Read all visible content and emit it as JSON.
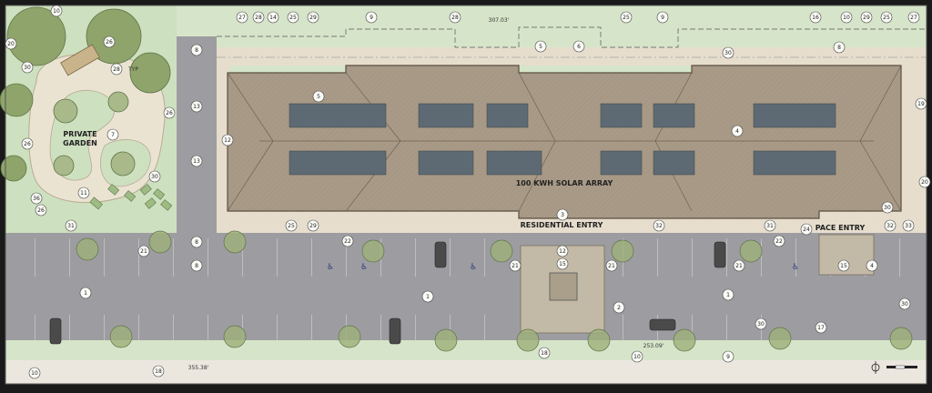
{
  "labels": {
    "private_garden_line1": "PRIVATE",
    "private_garden_line2": "GARDEN",
    "solar_array": "100 KWH SOLAR ARRAY",
    "residential_entry": "RESIDENTIAL ENTRY",
    "pace_entry": "PACE ENTRY",
    "dim_top": "307.03'",
    "dim_bottom_left": "355.38'",
    "dim_bottom_right": "253.09'",
    "typ": "TYP"
  },
  "callouts": [
    {
      "id": "c10a",
      "text": "10"
    },
    {
      "id": "c20",
      "text": "20"
    },
    {
      "id": "c26a",
      "text": "26"
    },
    {
      "id": "c28a",
      "text": "28"
    },
    {
      "id": "c30a",
      "text": "30"
    },
    {
      "id": "c7",
      "text": "7"
    },
    {
      "id": "c26b",
      "text": "26"
    },
    {
      "id": "c26c",
      "text": "26"
    },
    {
      "id": "c30b",
      "text": "30"
    },
    {
      "id": "c11",
      "text": "11"
    },
    {
      "id": "c36",
      "text": "36"
    },
    {
      "id": "c26d",
      "text": "26"
    },
    {
      "id": "c31a",
      "text": "31"
    },
    {
      "id": "c21a",
      "text": "21"
    },
    {
      "id": "c8a",
      "text": "8"
    },
    {
      "id": "c13a",
      "text": "13"
    },
    {
      "id": "c13b",
      "text": "13"
    },
    {
      "id": "c8b",
      "text": "8"
    },
    {
      "id": "c27a",
      "text": "27"
    },
    {
      "id": "c28b",
      "text": "28"
    },
    {
      "id": "c14",
      "text": "14"
    },
    {
      "id": "c25a",
      "text": "25"
    },
    {
      "id": "c29a",
      "text": "29"
    },
    {
      "id": "c9a",
      "text": "9"
    },
    {
      "id": "c28c",
      "text": "28"
    },
    {
      "id": "c5a",
      "text": "5"
    },
    {
      "id": "c6",
      "text": "6"
    },
    {
      "id": "c25b",
      "text": "25"
    },
    {
      "id": "c9b",
      "text": "9"
    },
    {
      "id": "c16",
      "text": "16"
    },
    {
      "id": "c10b",
      "text": "10"
    },
    {
      "id": "c29b",
      "text": "29"
    },
    {
      "id": "c25c",
      "text": "25"
    },
    {
      "id": "c27b",
      "text": "27"
    },
    {
      "id": "c8c",
      "text": "8"
    },
    {
      "id": "c30c",
      "text": "30"
    },
    {
      "id": "c5b",
      "text": "5"
    },
    {
      "id": "c12a",
      "text": "12"
    },
    {
      "id": "c4a",
      "text": "4"
    },
    {
      "id": "c19",
      "text": "19"
    },
    {
      "id": "c25d",
      "text": "25"
    },
    {
      "id": "c29c",
      "text": "29"
    },
    {
      "id": "c3",
      "text": "3"
    },
    {
      "id": "c32a",
      "text": "32"
    },
    {
      "id": "c31b",
      "text": "31"
    },
    {
      "id": "c24",
      "text": "24"
    },
    {
      "id": "c20b",
      "text": "20"
    },
    {
      "id": "c30d",
      "text": "30"
    },
    {
      "id": "c32b",
      "text": "32"
    },
    {
      "id": "c33",
      "text": "33"
    },
    {
      "id": "c22a",
      "text": "22"
    },
    {
      "id": "c12b",
      "text": "12"
    },
    {
      "id": "c22b",
      "text": "22"
    },
    {
      "id": "c21b",
      "text": "21"
    },
    {
      "id": "c8d",
      "text": "8"
    },
    {
      "id": "c15",
      "text": "15"
    },
    {
      "id": "c21c",
      "text": "21"
    },
    {
      "id": "c21d",
      "text": "21"
    },
    {
      "id": "c15b",
      "text": "15"
    },
    {
      "id": "c4b",
      "text": "4"
    },
    {
      "id": "c1a",
      "text": "1"
    },
    {
      "id": "c1b",
      "text": "1"
    },
    {
      "id": "c1c",
      "text": "1"
    },
    {
      "id": "c2",
      "text": "2"
    },
    {
      "id": "c30e",
      "text": "30"
    },
    {
      "id": "c17",
      "text": "17"
    },
    {
      "id": "c30f",
      "text": "30"
    },
    {
      "id": "c18a",
      "text": "18"
    },
    {
      "id": "c10c",
      "text": "10"
    },
    {
      "id": "c9c",
      "text": "9"
    },
    {
      "id": "c10d",
      "text": "10"
    },
    {
      "id": "c18b",
      "text": "18"
    }
  ],
  "colors": {
    "parking": "#9d9da1",
    "landscape": "#cfe0c2",
    "sidewalk": "#e6ddcd",
    "roof": "#a89a86",
    "roof_dark": "#8e8270",
    "solar": "#5e6a73",
    "tree": "#8fa46a",
    "border": "#2e2e2e"
  }
}
